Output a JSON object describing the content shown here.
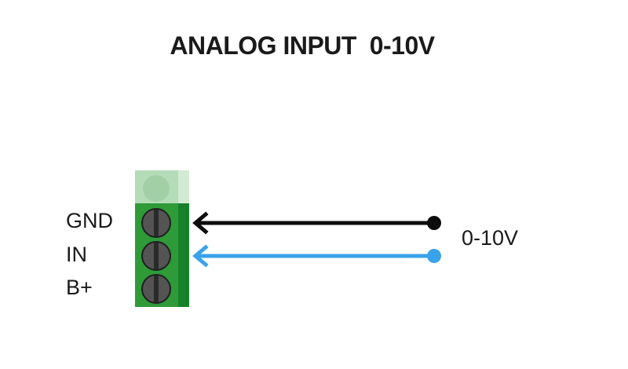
{
  "title": "ANALOG INPUT  0-10V",
  "terminal": {
    "pins": [
      {
        "label": "GND"
      },
      {
        "label": "IN"
      },
      {
        "label": "B+"
      }
    ]
  },
  "signal": {
    "label": "0-10V"
  },
  "colors": {
    "terminal_body": "#2e9a38",
    "terminal_edge": "#17802a",
    "terminal_faded": "#b5dcb8",
    "screw": "#545454",
    "gnd_wire": "#0d0d0d",
    "in_wire": "#3aa2ea"
  }
}
